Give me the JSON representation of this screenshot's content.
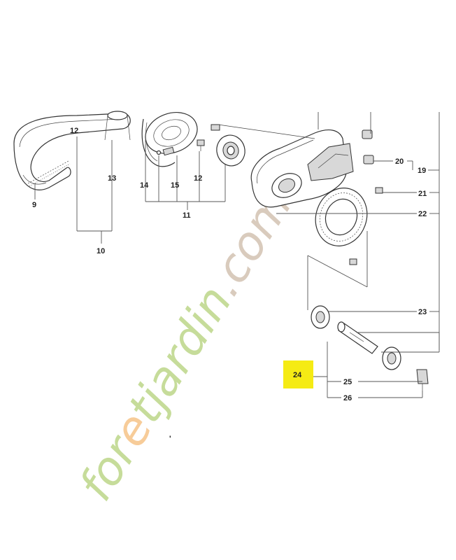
{
  "labels": {
    "l9": "9",
    "l10": "10",
    "l11": "11",
    "l12a": "12",
    "l12b": "12",
    "l13": "13",
    "l14": "14",
    "l15": "15",
    "l19": "19",
    "l20": "20",
    "l21": "21",
    "l22": "22",
    "l23": "23",
    "l24": "24",
    "l25": "25",
    "l26": "26"
  },
  "highlight_color": "#f5eb14",
  "watermark": {
    "text_pre": "for",
    "text_e": "e",
    "text_post": "tjardin",
    "text_dom": ".com",
    "green": "#c6dc9a",
    "orange": "#f7cc99",
    "grey": "#d9cbbd"
  }
}
